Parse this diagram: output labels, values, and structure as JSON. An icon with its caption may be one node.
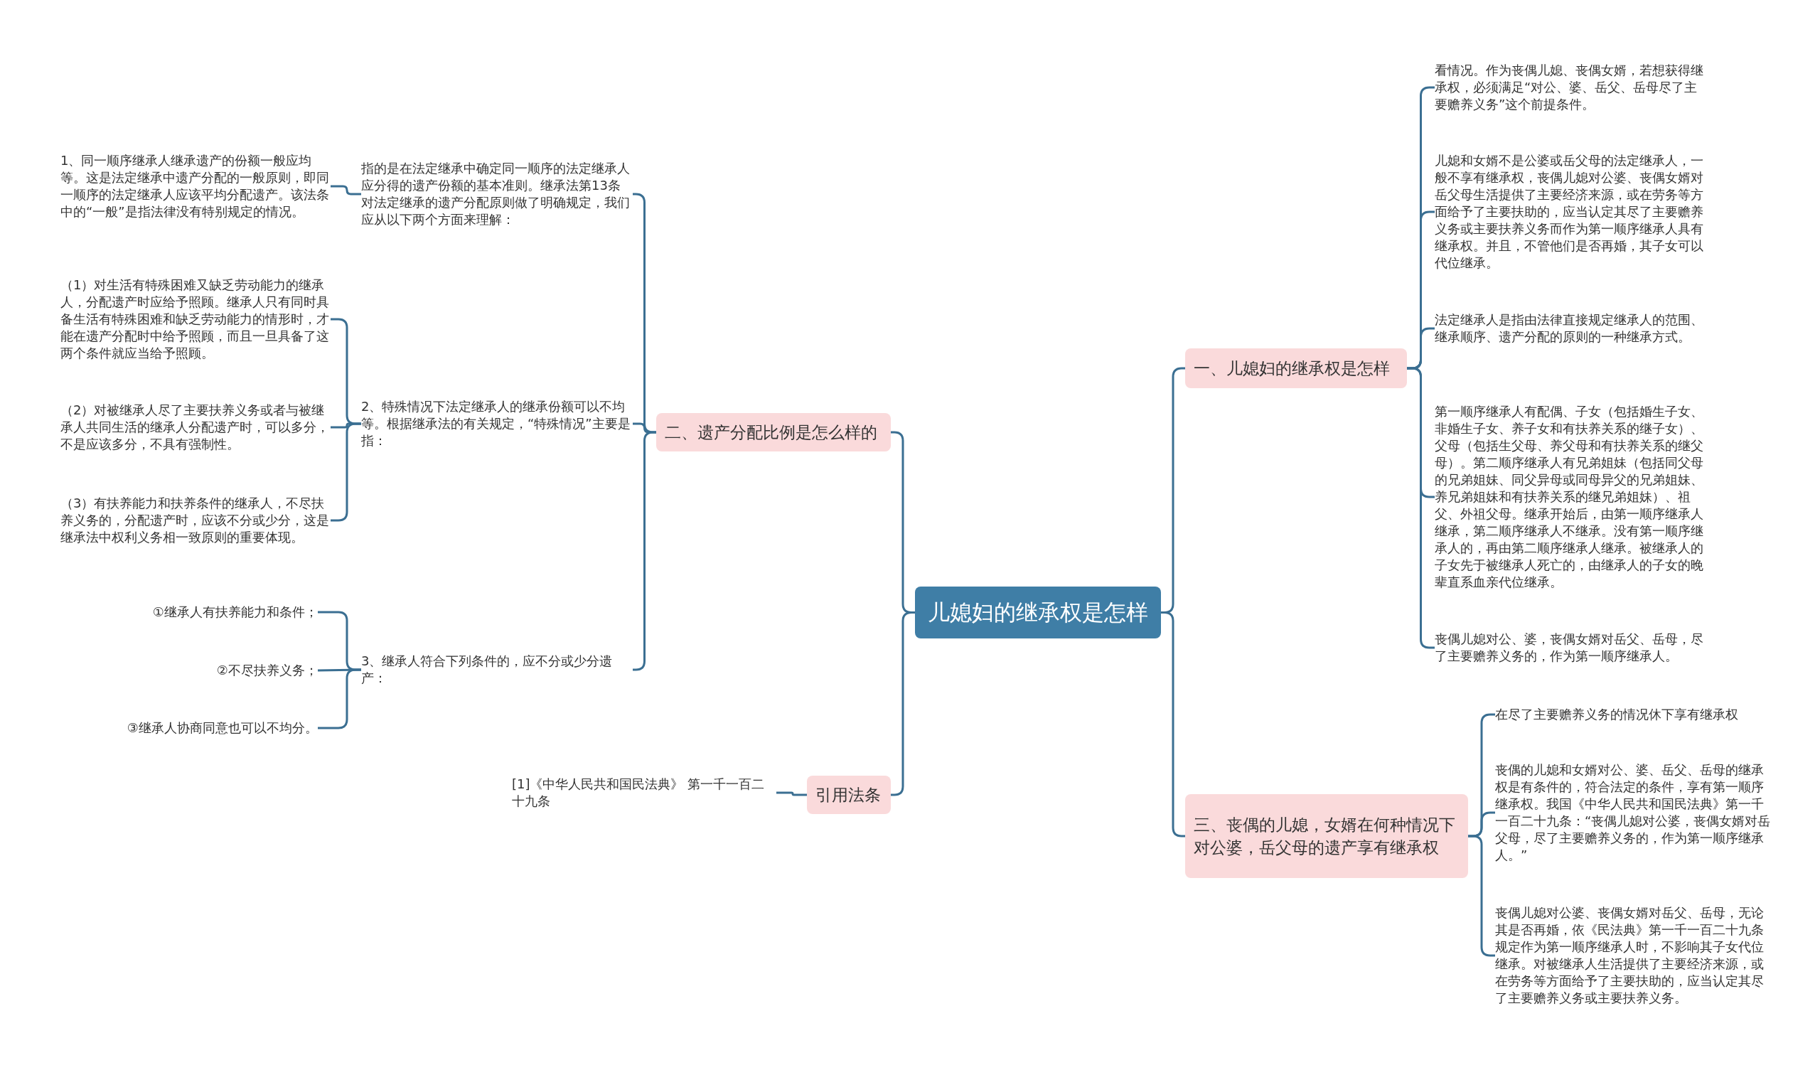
{
  "diagram": {
    "nodes": [
      {
        "text": [
          "儿媳妇的继承权是怎样"
        ]
      },
      {
        "text": [
          "二、遗产分配比例是怎么样的"
        ]
      },
      {
        "text": [
          "指的是在法定继承中确定同一顺序的法定继承人应分得的遗产份额的基本准则。继承法第13条对法定继承的遗产分配原则做了明确规定，我们应从以下两个方面来理解："
        ]
      },
      {
        "text": [
          "1、同一顺序继承人继承遗产的份额一般应均等。这是法定继承中遗产分配的一般原则，即同一顺序的法定继承人应该平均分配遗产。该法条中的“一般”是指法律没有特别规定的情况。"
        ]
      },
      {
        "text": [
          "2、特殊情况下法定继承人的继承份额可以不均等。根据继承法的有关规定，“特殊情况”主要是指："
        ]
      },
      {
        "text": [
          "（1）对生活有特殊困难又缺乏劳动能力的继承人，分配遗产时应给予照顾。继承人只有同时具备生活有特殊困难和缺乏劳动能力的情形时，才能在遗产分配时中给予照顾，而且一旦具备了这两个条件就应当给予照顾。"
        ]
      },
      {
        "text": [
          "（2）对被继承人尽了主要扶养义务或者与被继承人共同生活的继承人分配遗产时，可以多分，不是应该多分，不具有强制性。"
        ]
      },
      {
        "text": [
          "（3）有扶养能力和扶养条件的继承人，不尽扶养义务的，分配遗产时，应该不分或少分，这是继承法中权利义务相一致原则的重要体现。"
        ]
      },
      {
        "text": [
          "3、继承人符合下列条件的，应不分或少分遗产："
        ]
      },
      {
        "text": [
          "①继承人有扶养能力和条件；"
        ]
      },
      {
        "text": [
          "②不尽扶养义务；"
        ]
      },
      {
        "text": [
          "③继承人协商同意也可以不均分。"
        ]
      },
      {
        "text": [
          "引用法条"
        ]
      },
      {
        "text": [
          "[1]《中华人民共和国民法典》 第一千一百二十九条"
        ]
      },
      {
        "text": [
          "一、儿媳妇的继承权是怎样"
        ]
      },
      {
        "text": [
          "看情况。作为丧偶儿媳、丧偶女婿，若想获得继承权，必须满足“对公、婆、岳父、岳母尽了主要赡养义务”这个前提条件。"
        ]
      },
      {
        "text": [
          "儿媳和女婿不是公婆或岳父母的法定继承人，一般不享有继承权，丧偶儿媳对公婆、丧偶女婿对岳父母生活提供了主要经济来源，或在劳务等方面给予了主要扶助的，应当认定其尽了主要赡养义务或主要扶养义务而作为第一顺序继承人具有继承权。并且，不管他们是否再婚，其子女可以代位继承。"
        ]
      },
      {
        "text": [
          "法定继承人是指由法律直接规定继承人的范围、继承顺序、遗产分配的原则的一种继承方式。"
        ]
      },
      {
        "text": [
          "第一顺序继承人有配偶、子女（包括婚生子女、非婚生子女、养子女和有扶养关系的继子女）、父母（包括生父母、养父母和有扶养关系的继父母）。第二顺序继承人有兄弟姐妹（包括同父母的兄弟姐妹、同父异母或同母异父的兄弟姐妹、养兄弟姐妹和有扶养关系的继兄弟姐妹）、祖父、外祖父母。继承开始后，由第一顺序继承人继承，第二顺序继承人不继承。没有第一顺序继承人的，再由第二顺序继承人继承。被继承人的子女先于被继承人死亡的，由继承人的子女的晚辈直系血亲代位继承。"
        ]
      },
      {
        "text": [
          "丧偶儿媳对公、婆，丧偶女婿对岳父、岳母，尽了主要赡养义务的，作为第一顺序继承人。"
        ]
      },
      {
        "text": [
          "三、丧偶的儿媳，女婿在何种情况下对公婆，岳父母的遗产享有继承权"
        ]
      },
      {
        "text": [
          "在尽了主要赡养义务的情况休下享有继承权"
        ]
      },
      {
        "text": [
          "丧偶的儿媳和女婿对公、婆、岳父、岳母的继承权是有条件的，符合法定的条件，享有第一顺序继承权。我国《中华人民共和国民法典》第一千一百二十九条：“丧偶儿媳对公婆，丧偶女婿对岳父母，尽了主要赡养义务的，作为第一顺序继承人。”"
        ]
      },
      {
        "text": [
          "丧偶儿媳对公婆、丧偶女婿对岳父、岳母，无论其是否再婚，依《民法典》第一千一百二十九条规定作为第一顺序继承人时，不影响其子女代位继承。对被继承人生活提供了主要经济来源，或在劳务等方面给予了主要扶助的，应当认定其尽了主要赡养义务或主要扶养义务。"
        ]
      }
    ],
    "edges": [
      {
        "from": 0,
        "to": 1,
        "arrow": "none"
      },
      {
        "from": 1,
        "to": 2,
        "arrow": "none"
      },
      {
        "from": 2,
        "to": 3,
        "arrow": "none"
      },
      {
        "from": 1,
        "to": 4,
        "arrow": "none"
      },
      {
        "from": 4,
        "to": 5,
        "arrow": "none"
      },
      {
        "from": 4,
        "to": 6,
        "arrow": "none"
      },
      {
        "from": 4,
        "to": 7,
        "arrow": "none"
      },
      {
        "from": 1,
        "to": 8,
        "arrow": "none"
      },
      {
        "from": 8,
        "to": 9,
        "arrow": "none"
      },
      {
        "from": 8,
        "to": 10,
        "arrow": "none"
      },
      {
        "from": 8,
        "to": 11,
        "arrow": "none"
      },
      {
        "from": 0,
        "to": 12,
        "arrow": "none"
      },
      {
        "from": 12,
        "to": 13,
        "arrow": "none"
      },
      {
        "from": 0,
        "to": 14,
        "arrow": "none"
      },
      {
        "from": 14,
        "to": 15,
        "arrow": "none"
      },
      {
        "from": 14,
        "to": 16,
        "arrow": "none"
      },
      {
        "from": 14,
        "to": 17,
        "arrow": "none"
      },
      {
        "from": 14,
        "to": 18,
        "arrow": "none"
      },
      {
        "from": 14,
        "to": 19,
        "arrow": "none"
      },
      {
        "from": 0,
        "to": 20,
        "arrow": "none"
      },
      {
        "from": 20,
        "to": 21,
        "arrow": "none"
      },
      {
        "from": 20,
        "to": 22,
        "arrow": "none"
      },
      {
        "from": 20,
        "to": 23,
        "arrow": "none"
      }
    ]
  }
}
